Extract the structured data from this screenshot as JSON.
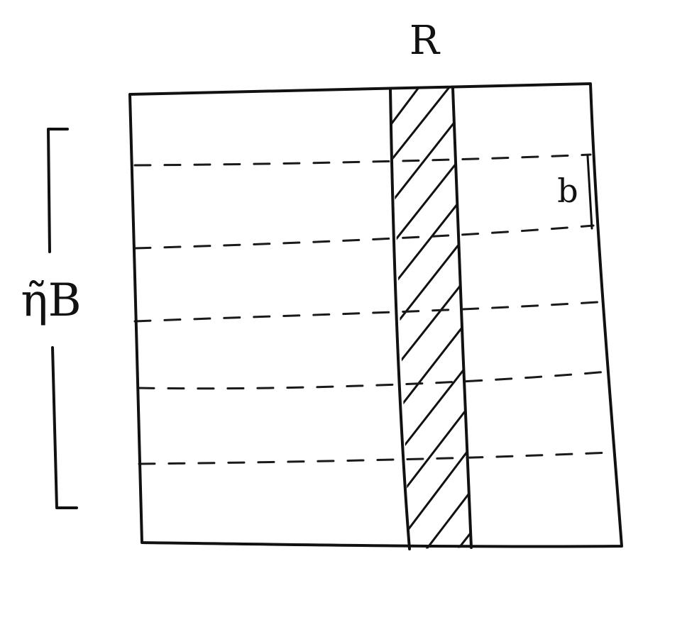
{
  "labels": {
    "top_column_label": "R",
    "row_label": "b",
    "bracket_label": "η̃B"
  },
  "structure": {
    "dashed_row_divisions": 5,
    "hatched_column_count": 1
  },
  "colors": {
    "ink": "#111111",
    "background": "#ffffff"
  }
}
